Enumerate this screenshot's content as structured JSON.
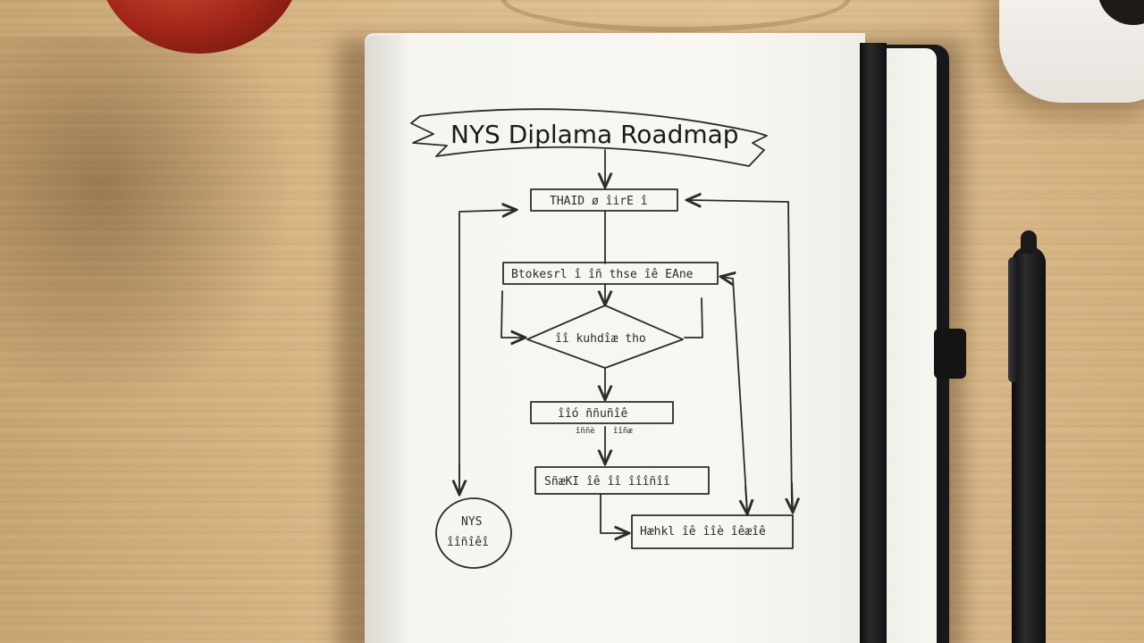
{
  "roadmap": {
    "title": "NYS Diplama Roadmap",
    "boxes": {
      "top": "THAID ø îirE î",
      "second": "Btokesrl î îñ thse îê EAne",
      "decision": "îî kuhdîæ tho",
      "fourth": "îîó ññuñîê",
      "fourth_note_left": "îññè",
      "fourth_note_right": "îîñæ",
      "fifth": "SñæKI îê îî îîîñîî",
      "sixth": "Hæhkl îê îîè îêæîê",
      "circle_line1": "NYS",
      "circle_line2": "îîñîêî"
    }
  },
  "colors": {
    "ink": "#2b2b2b",
    "paper": "#f8f7f3",
    "desk": "#dcbb8b",
    "band": "#141415"
  }
}
